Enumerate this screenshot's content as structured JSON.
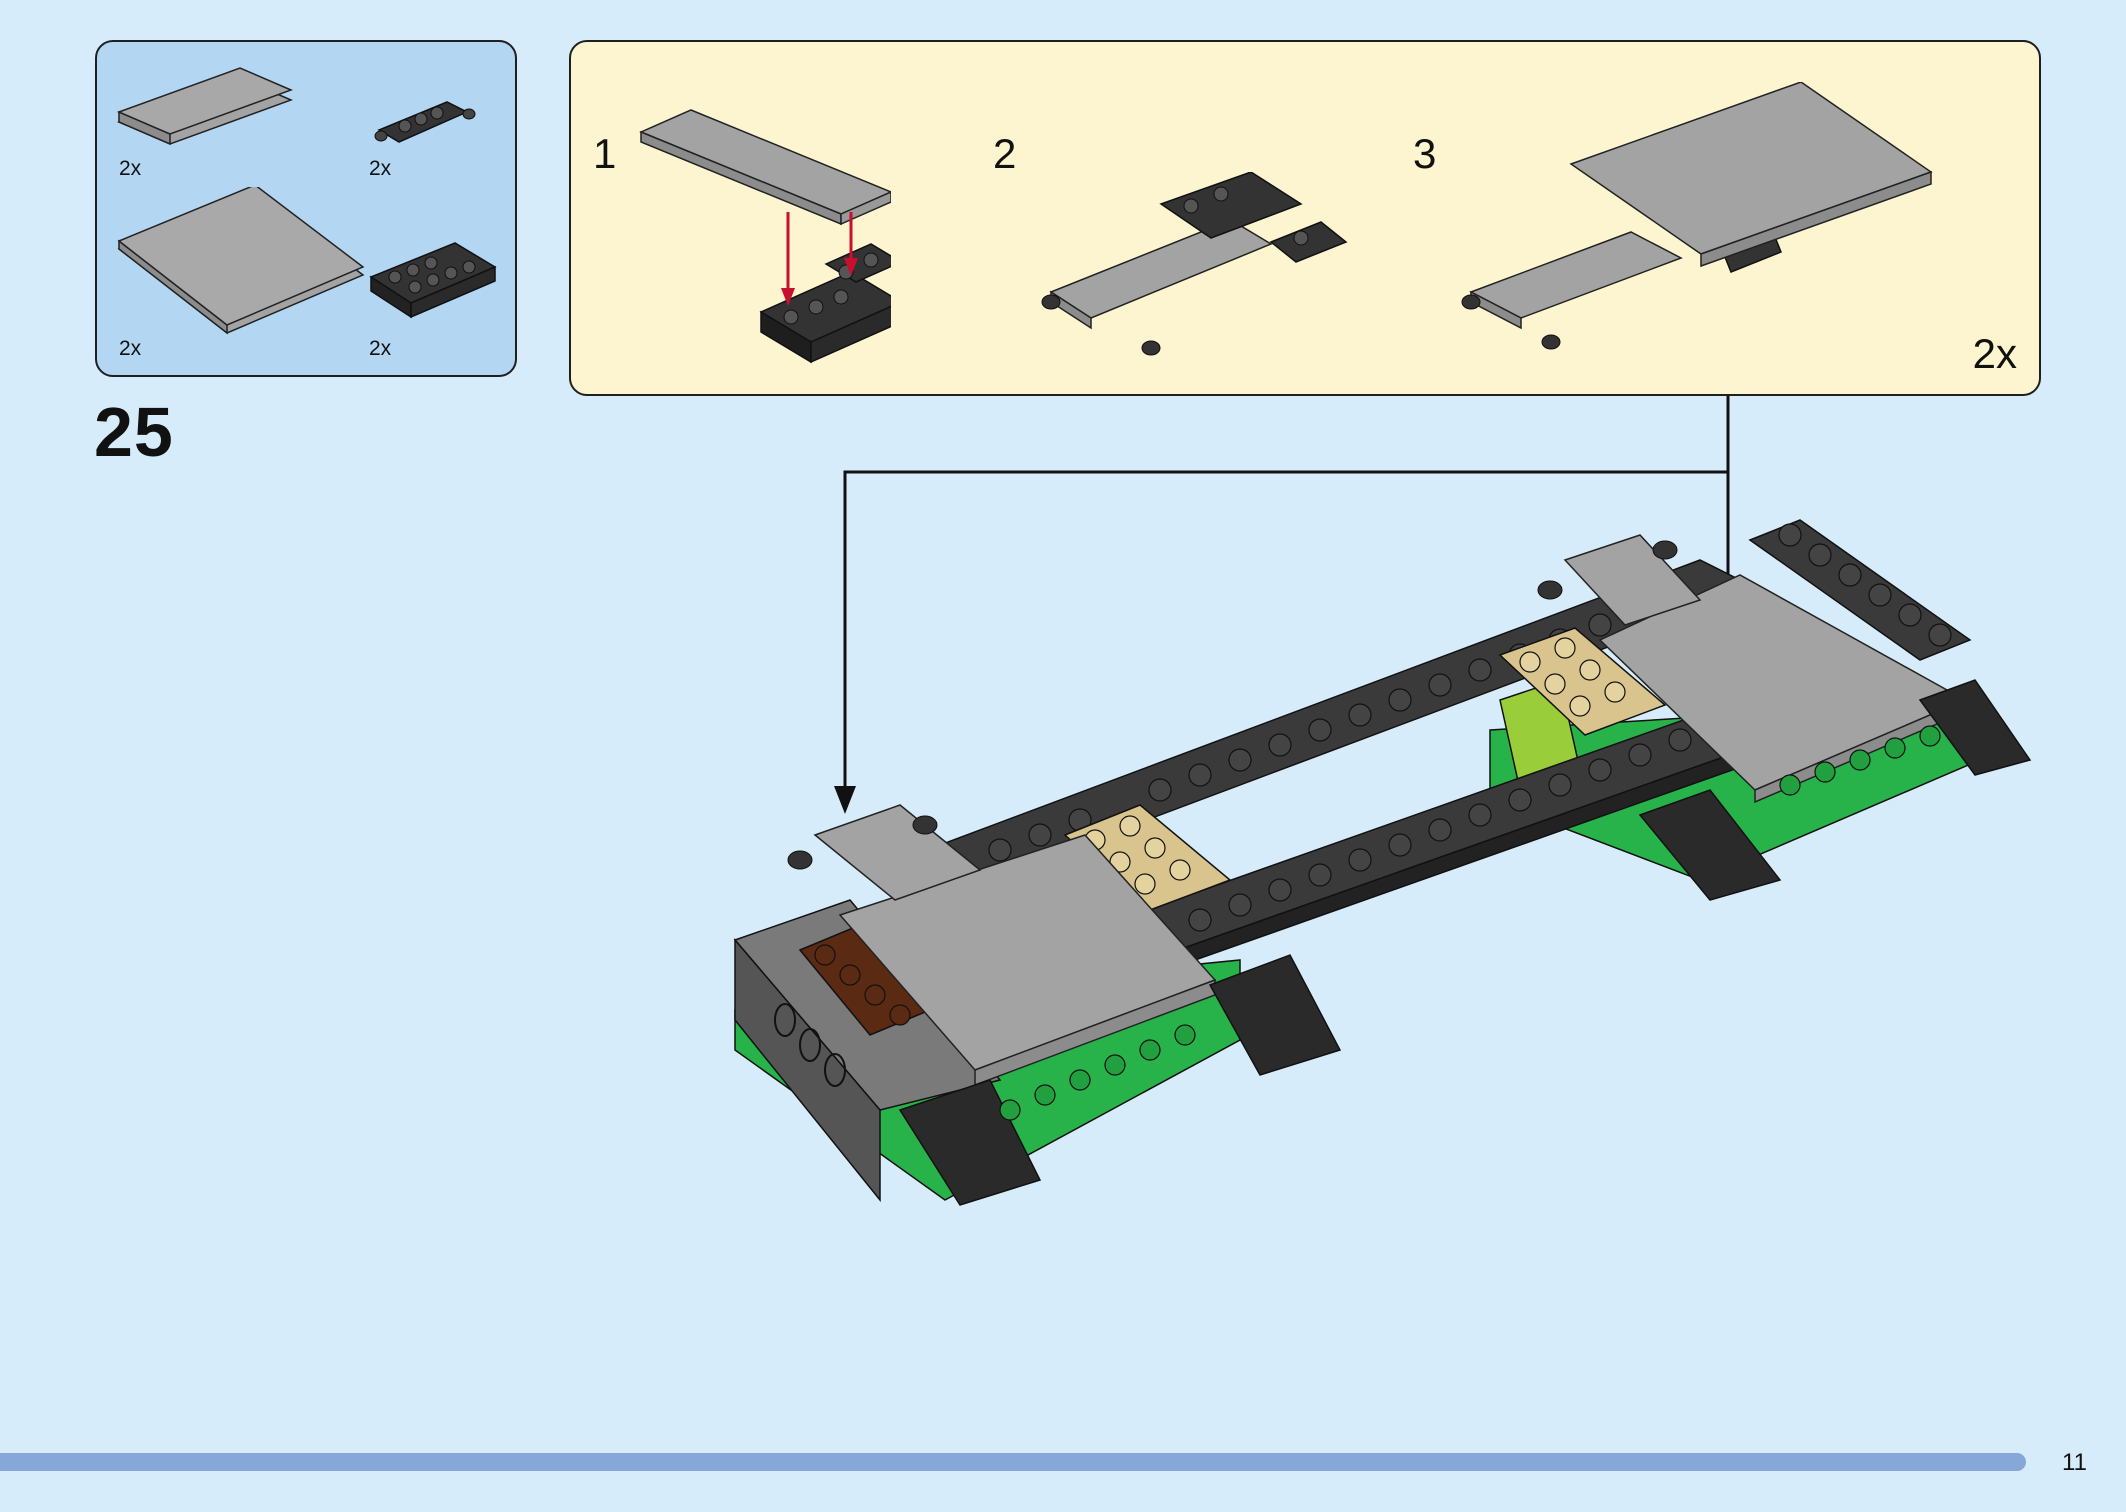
{
  "parts": [
    {
      "name": "plate-2x6-grey",
      "qty": "2x"
    },
    {
      "name": "plate-1x4-clips-black",
      "qty": "2x"
    },
    {
      "name": "plate-6x6-grey",
      "qty": "2x"
    },
    {
      "name": "plate-2x4-clips-black",
      "qty": "2x"
    }
  ],
  "step": {
    "number": "25"
  },
  "substeps": [
    {
      "label": "1"
    },
    {
      "label": "2"
    },
    {
      "label": "3"
    }
  ],
  "substeps_multiplier": "2x",
  "page": {
    "number": "11"
  },
  "colors": {
    "background": "#d6ecfb",
    "parts_box": "#b3d7f3",
    "substep_box": "#fdf4d0",
    "light_grey": "#a3a3a3",
    "dark_grey": "#3a3a3a",
    "green": "#27b24a",
    "tan": "#d9c48e",
    "brown": "#5a2a12",
    "arrow_red": "#c8102e",
    "progress_bar": "#86a8d8"
  },
  "icons": [
    "down-arrow-icon"
  ]
}
